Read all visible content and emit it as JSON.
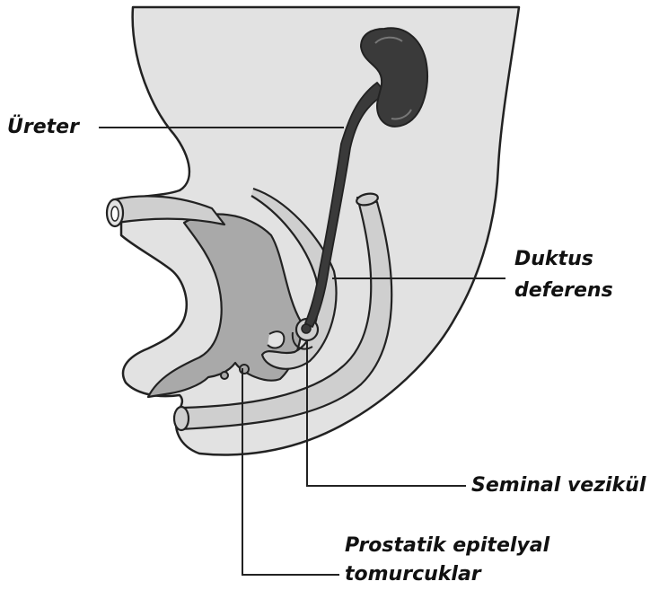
{
  "labels": {
    "ureter": "Üreter",
    "ductus_line1": "Duktus",
    "ductus_line2": "deferens",
    "seminal": "Seminal vezikül",
    "prostatic_line1": "Prostatik epitelyal",
    "prostatic_line2": "tomurcuklar"
  },
  "colors": {
    "background": "#ffffff",
    "body_fill": "#e2e2e2",
    "organ_fill": "#a9a9a9",
    "tube_fill": "#cfcfcf",
    "kidney_fill": "#3a3a3a",
    "outline": "#222222"
  }
}
